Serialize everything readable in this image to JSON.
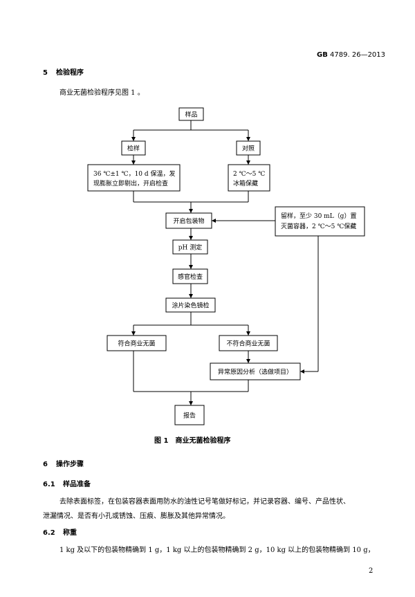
{
  "header": {
    "std_bold": "GB",
    "std_rest": "4789. 26—2013"
  },
  "section5": {
    "num": "5",
    "title": "检验程序",
    "intro": "商业无菌检验程序见图 1 。"
  },
  "flow": {
    "sample": "样品",
    "inspect": "检样",
    "control": "对照",
    "incubate_line1": "36 ℃±1 ℃，10 d 保温，发",
    "incubate_line2": "现膨胀立即剔出，开启检查",
    "fridge_line1": "2 ℃～5 ℃",
    "fridge_line2": "冰箱保藏",
    "open": "开启包装物",
    "retain_line1": "留样，至少 30 mL（g）置",
    "retain_line2": "灭菌容器，2 ℃～5 ℃保藏",
    "ph": "pH 测定",
    "sensory": "感官检查",
    "smear": "涂片染色镜检",
    "sterile": "符合商业无菌",
    "nonsterile": "不符合商业无菌",
    "cause": "异常原因分析（选做项目）",
    "report": "报告"
  },
  "figure": {
    "caption": "图 1　商业无菌检验程序"
  },
  "section6": {
    "num": "6",
    "title": "操作步骤"
  },
  "s61": {
    "num": "6.1",
    "title": "样品准备",
    "line1": "去除表面标签，在包装容器表面用防水的油性记号笔做好标记，并记录容器、编号、产品性状、",
    "line2": "泄漏情况、是否有小孔或锈蚀、压痕、膨胀及其他异常情况。"
  },
  "s62": {
    "num": "6.2",
    "title": "称重",
    "line1": "1 kg 及以下的包装物精确到 1 g，1 kg 以上的包装物精确到 2 g，10 kg 以上的包装物精确到 10 g，"
  },
  "page": {
    "number": "2"
  }
}
